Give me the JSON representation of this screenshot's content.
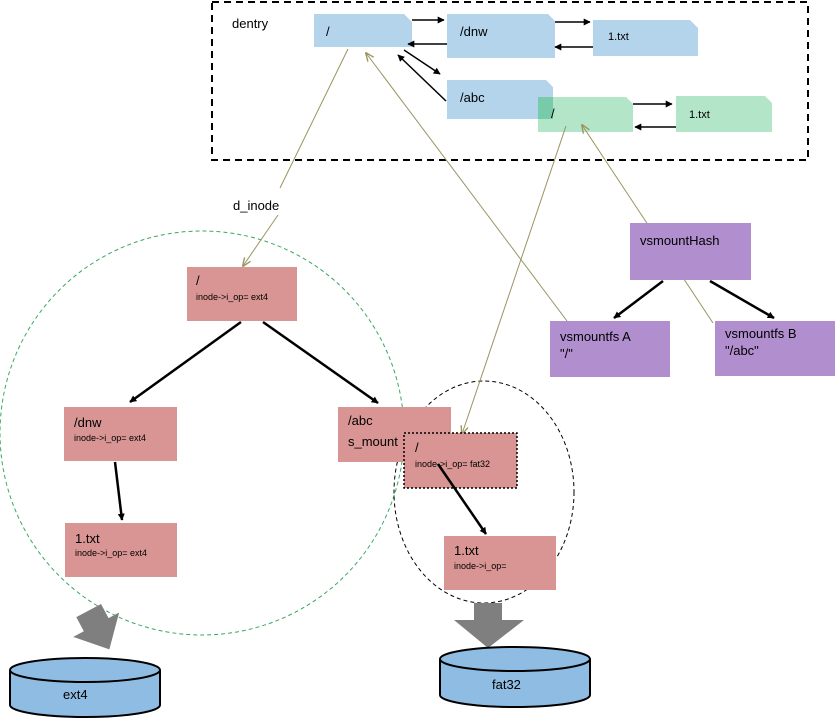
{
  "dentry_box": {
    "label": "dentry"
  },
  "dentries": {
    "root": "/",
    "dnw": "/dnw",
    "dnw_file": "1.txt",
    "abc": "/abc",
    "mounted_root": "/",
    "mounted_file": "1.txt"
  },
  "d_inode_label": "d_inode",
  "inodes": {
    "root": {
      "name": "/",
      "op": "inode->i_op= ext4"
    },
    "dnw": {
      "name": "/dnw",
      "op": "inode->i_op= ext4"
    },
    "dnw_file": {
      "name": "1.txt",
      "op": "inode->i_op= ext4"
    },
    "abc": {
      "name": "/abc",
      "sub": "s_mount"
    },
    "mounted_root": {
      "name": "/",
      "op": "inode->i_op= fat32"
    },
    "mounted_file": {
      "name": "1.txt",
      "op": "inode->i_op="
    }
  },
  "vfsmount": {
    "hash": "vsmountHash",
    "a": {
      "name": "vsmountfs A",
      "path": "\"/\""
    },
    "b": {
      "name": "vsmountfs B",
      "path": "\"/abc\""
    }
  },
  "disks": {
    "ext4": "ext4",
    "fat32": "fat32"
  },
  "colors": {
    "dentry_blue": "#b4d4ec",
    "dentry_green": "#b3e6c8",
    "inode_red": "#d99594",
    "vfsmount_purple": "#b18fcf",
    "disk_blue": "#8fbce2",
    "pointer_olive": "#9a9460",
    "disk_arrow_gray": "#7f7f7f"
  }
}
